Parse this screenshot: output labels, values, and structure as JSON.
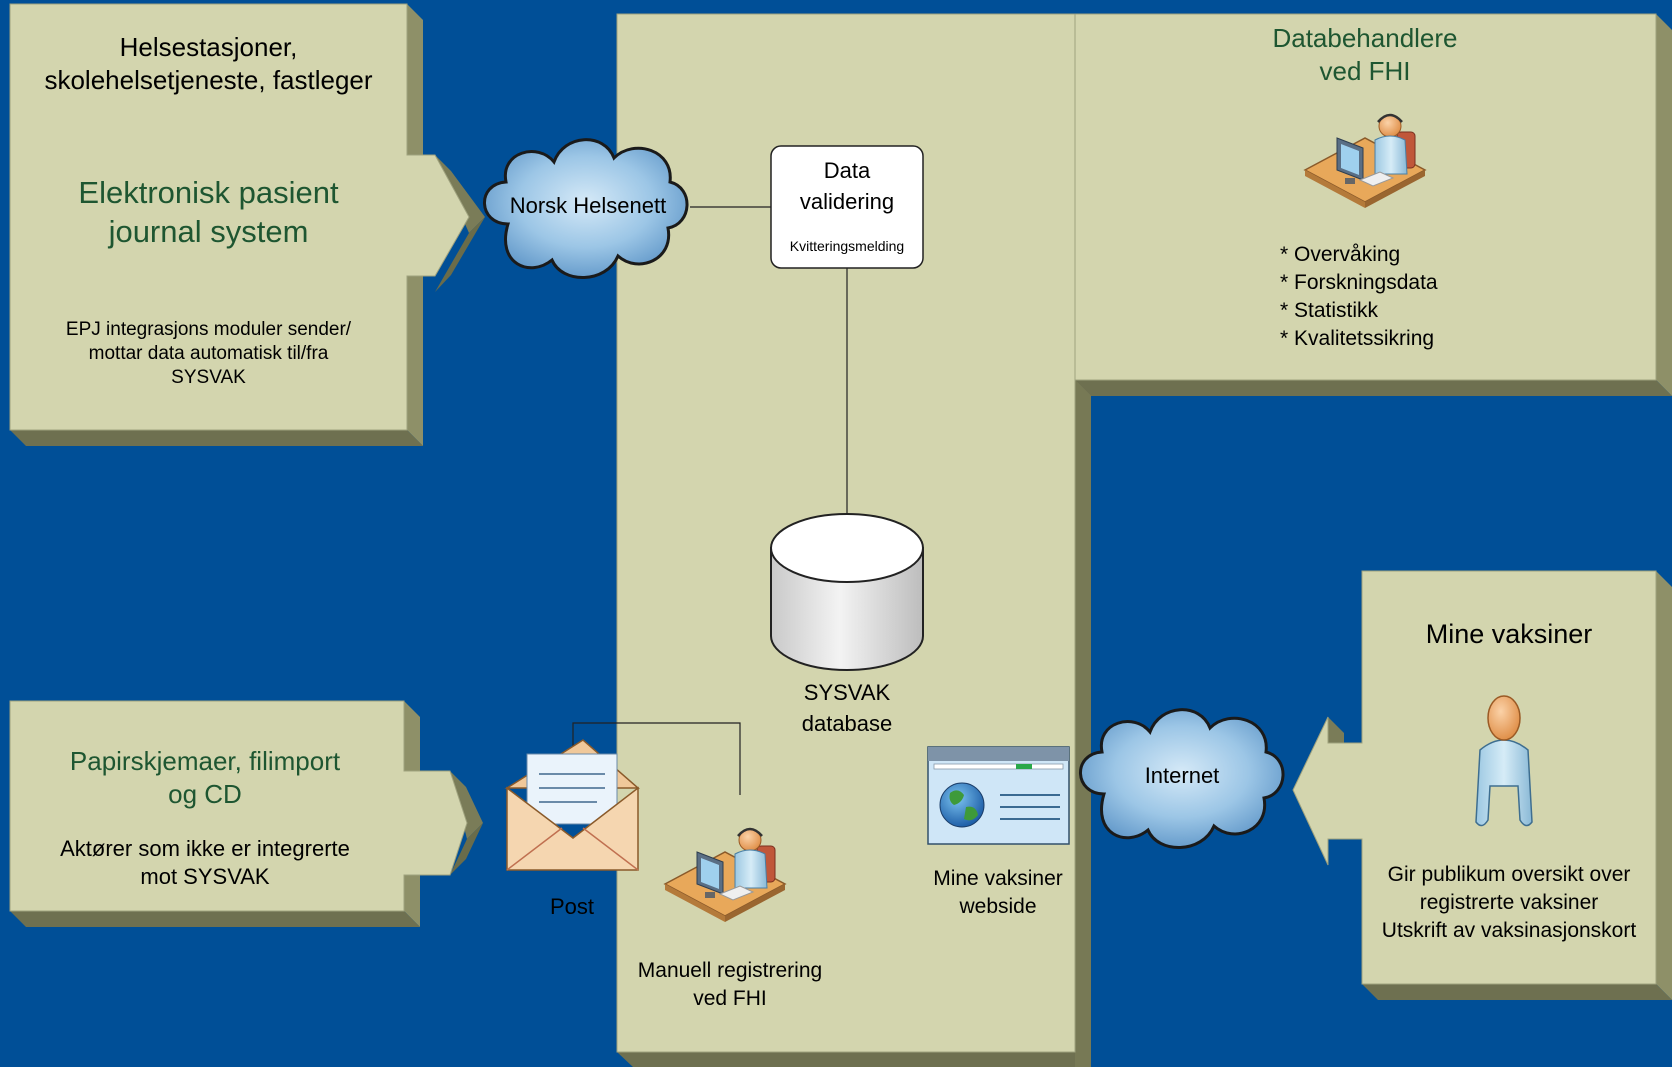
{
  "colors": {
    "background": "#004F97",
    "panel_face": "#D3D5AE",
    "panel_side": "#8E9068",
    "panel_side_dark": "#6E7050",
    "heading_green": "#1E5631"
  },
  "epj_panel": {
    "title_line1": "Helsestasjoner,",
    "title_line2": "skolehelsetjeneste, fastleger",
    "system_line1": "Elektronisk pasient",
    "system_line2": "journal system",
    "desc_line1": "EPJ integrasjons moduler sender/",
    "desc_line2": "mottar data automatisk til/fra",
    "desc_line3": "SYSVAK"
  },
  "paper_panel": {
    "title_line1": "Papirskjemaer, filimport",
    "title_line2": "og CD",
    "desc_line1": "Aktører som ikke er integrerte",
    "desc_line2": "mot SYSVAK"
  },
  "data_processors": {
    "title_line1": "Databehandlere",
    "title_line2": "ved FHI",
    "items": [
      "* Overvåking",
      "* Forskningsdata",
      "* Statistikk",
      "* Kvalitetssikring"
    ]
  },
  "mine_vaksiner_panel": {
    "title": "Mine vaksiner",
    "desc_line1": "Gir publikum oversikt over",
    "desc_line2": "registrerte vaksiner",
    "desc_line3": "Utskrift av vaksinasjonskort"
  },
  "clouds": {
    "norsk_helsenett": "Norsk Helsenett",
    "internet": "Internet"
  },
  "validation_box": {
    "line1": "Data",
    "line2": "validering",
    "sub": "Kvitteringsmelding"
  },
  "database": {
    "line1": "SYSVAK",
    "line2": "database"
  },
  "post": {
    "label": "Post"
  },
  "manual_registration": {
    "line1": "Manuell registrering",
    "line2": "ved FHI"
  },
  "website": {
    "line1": "Mine vaksiner",
    "line2": "webside"
  },
  "icons": {
    "operator": "operator-at-desk-icon",
    "envelope": "envelope-icon",
    "browser": "web-browser-globe-icon",
    "person": "person-icon",
    "database": "database-cylinder-icon",
    "cloud": "cloud-icon"
  }
}
